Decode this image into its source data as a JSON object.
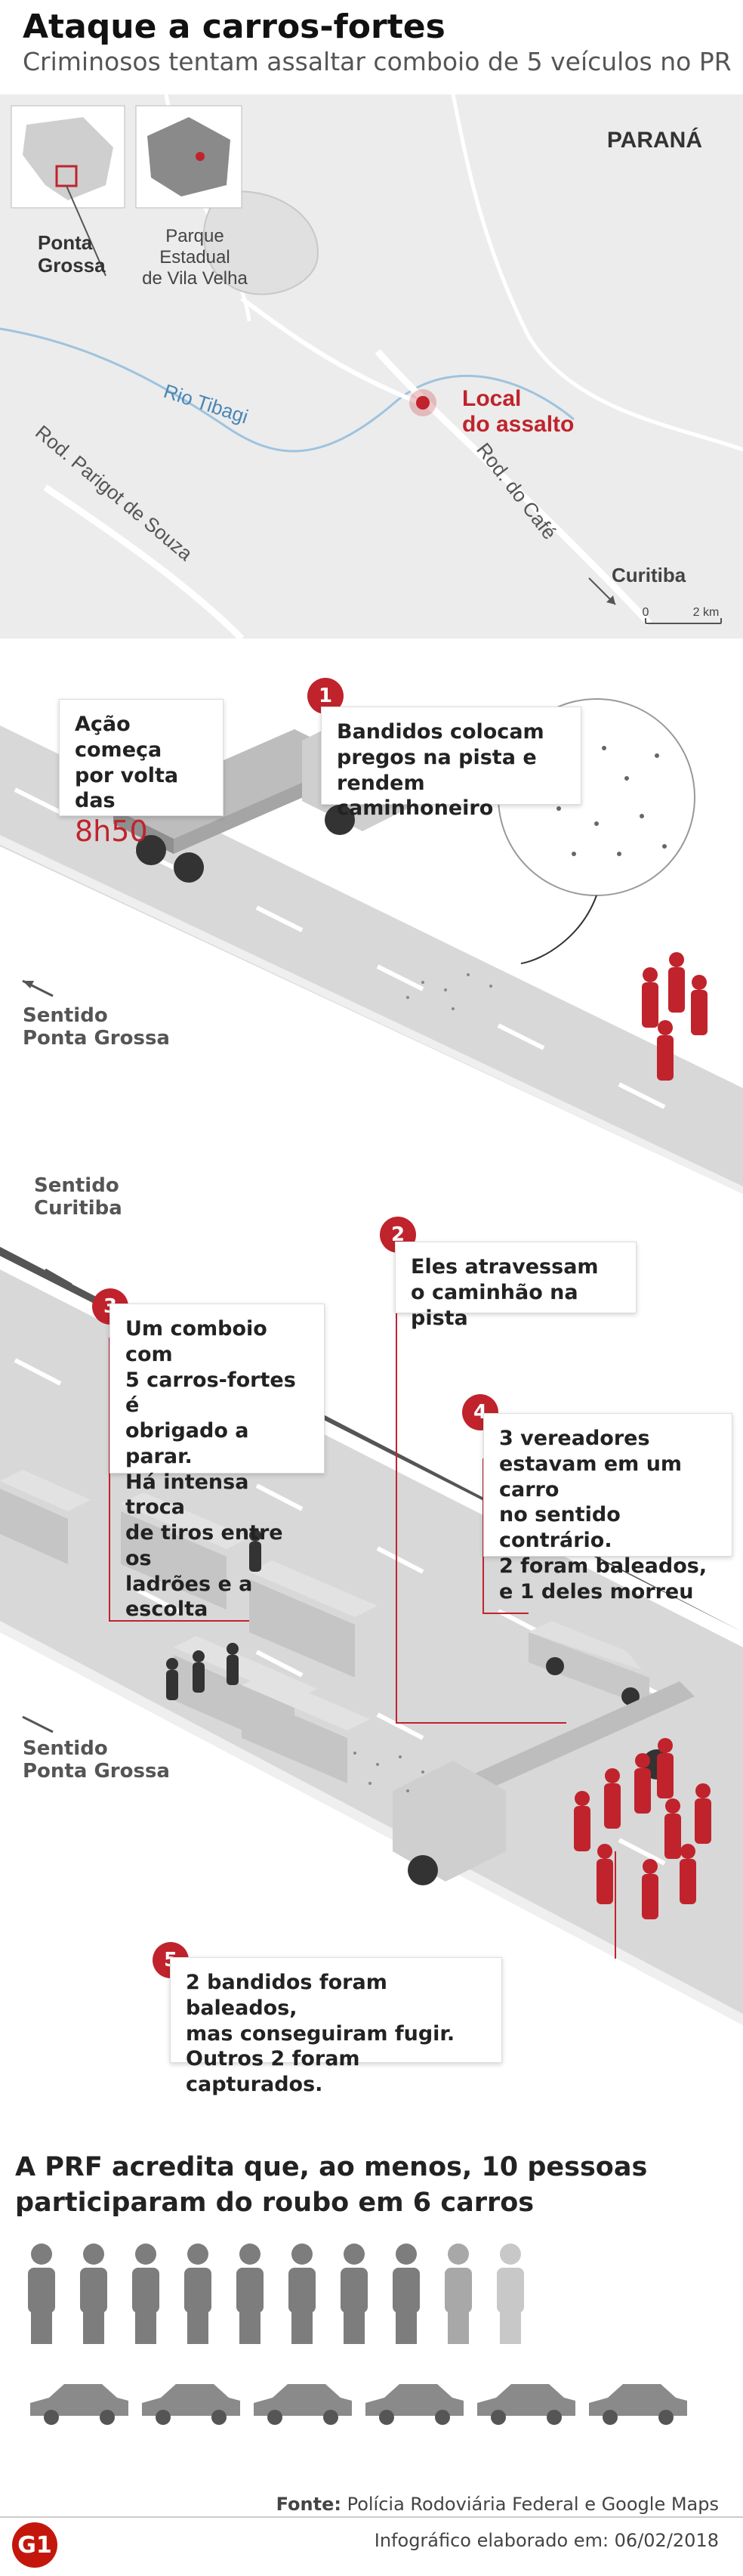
{
  "header": {
    "title": "Ataque a carros-fortes",
    "subtitle": "Criminosos tentam assaltar comboio de 5 veículos no PR"
  },
  "map": {
    "state_label": "PARANÁ",
    "ponta_grossa": [
      "Ponta",
      "Grossa"
    ],
    "parque": [
      "Parque",
      "Estadual",
      "de Vila Velha"
    ],
    "local": [
      "Local",
      "do assalto"
    ],
    "river": "Rio Tibagi",
    "road_left": "Rod. Parigot de Souza",
    "road_right": "Rod. do Café",
    "curitiba": "Curitiba",
    "scale_start": "0",
    "scale_end": "2 km"
  },
  "scene1": {
    "start_box": [
      "Ação começa",
      "por volta das"
    ],
    "start_time": "8h50",
    "step1_num": "1",
    "step1_text": [
      "Bandidos colocam",
      "pregos na pista e",
      "rendem caminhoneiro"
    ],
    "dir_label": [
      "Sentido",
      "Ponta Grossa"
    ]
  },
  "scene2": {
    "dir_top": [
      "Sentido",
      "Curitiba"
    ],
    "dir_bottom": [
      "Sentido",
      "Ponta Grossa"
    ],
    "step2_num": "2",
    "step2_text": [
      "Eles atravessam",
      "o caminhão na pista"
    ],
    "step3_num": "3",
    "step3_text": [
      "Um comboio com",
      "5 carros-fortes é",
      "obrigado a parar.",
      "Há intensa troca",
      "de tiros entre os",
      "ladrões e a escolta"
    ],
    "step4_num": "4",
    "step4_text": [
      "3 vereadores",
      "estavam em um carro",
      "no sentido contrário.",
      "2 foram baleados,",
      "e 1 deles morreu"
    ],
    "step5_num": "5",
    "step5_text": [
      "2 bandidos foram baleados,",
      "mas conseguiram fugir.",
      "Outros 2 foram capturados."
    ]
  },
  "summary": {
    "heading": "A PRF acredita que, ao menos, 10 pessoas participaram do roubo em 6 carros",
    "people_count": 10,
    "car_count": 6
  },
  "footer": {
    "source_label": "Fonte:",
    "source_text": "Polícia Rodoviária Federal e Google Maps",
    "credit": "Infográfico elaborado em: 06/02/2018",
    "logo": "G1"
  },
  "colors": {
    "accent": "#c0232c",
    "road": "#d8d8d8",
    "map_bg": "#ececec"
  }
}
